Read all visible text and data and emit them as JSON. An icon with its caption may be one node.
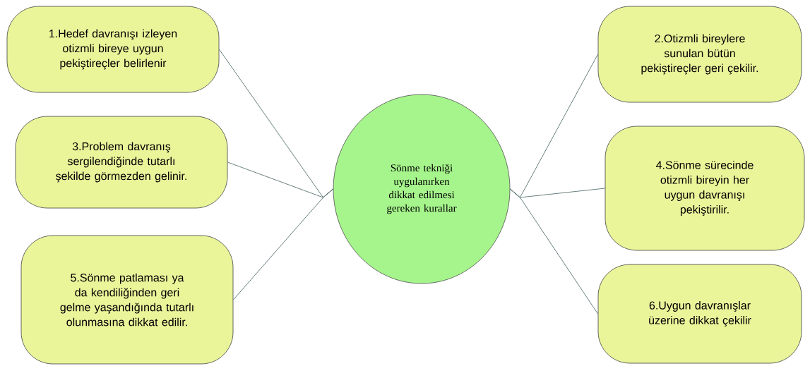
{
  "diagram": {
    "nodes": [
      {
        "text": [
          "Sönme tekniği uygulanırken dikkat edilmesi gereken kurallar"
        ]
      },
      {
        "text": [
          "1.Hedef davranışı izleyen otizmli bireye uygun pekiştireçler belirlenir"
        ]
      },
      {
        "text": [
          "2.Otizmli bireylere sunulan bütün pekiştireçler geri çekilir."
        ]
      },
      {
        "text": [
          "3.Problem davranış sergilendiğinde tutarlı şekilde görmezden gelinir."
        ]
      },
      {
        "text": [
          "4.Sönme sürecinde otizmli bireyin her uygun davranışı pekiştirilir."
        ]
      },
      {
        "text": [
          "5.Sönme patlaması ya da kendiliğinden geri gelme yaşandığında tutarlı olunmasına dikkat edilir."
        ]
      },
      {
        "text": [
          "6.Uygun davranışlar üzerine dikkat çekilir"
        ]
      }
    ],
    "edges": [
      {
        "from": 0,
        "to": 1,
        "arrow": "none"
      },
      {
        "from": 0,
        "to": 2,
        "arrow": "none"
      },
      {
        "from": 0,
        "to": 3,
        "arrow": "none"
      },
      {
        "from": 0,
        "to": 4,
        "arrow": "none"
      },
      {
        "from": 0,
        "to": 5,
        "arrow": "none"
      },
      {
        "from": 0,
        "to": 6,
        "arrow": "none"
      }
    ]
  }
}
